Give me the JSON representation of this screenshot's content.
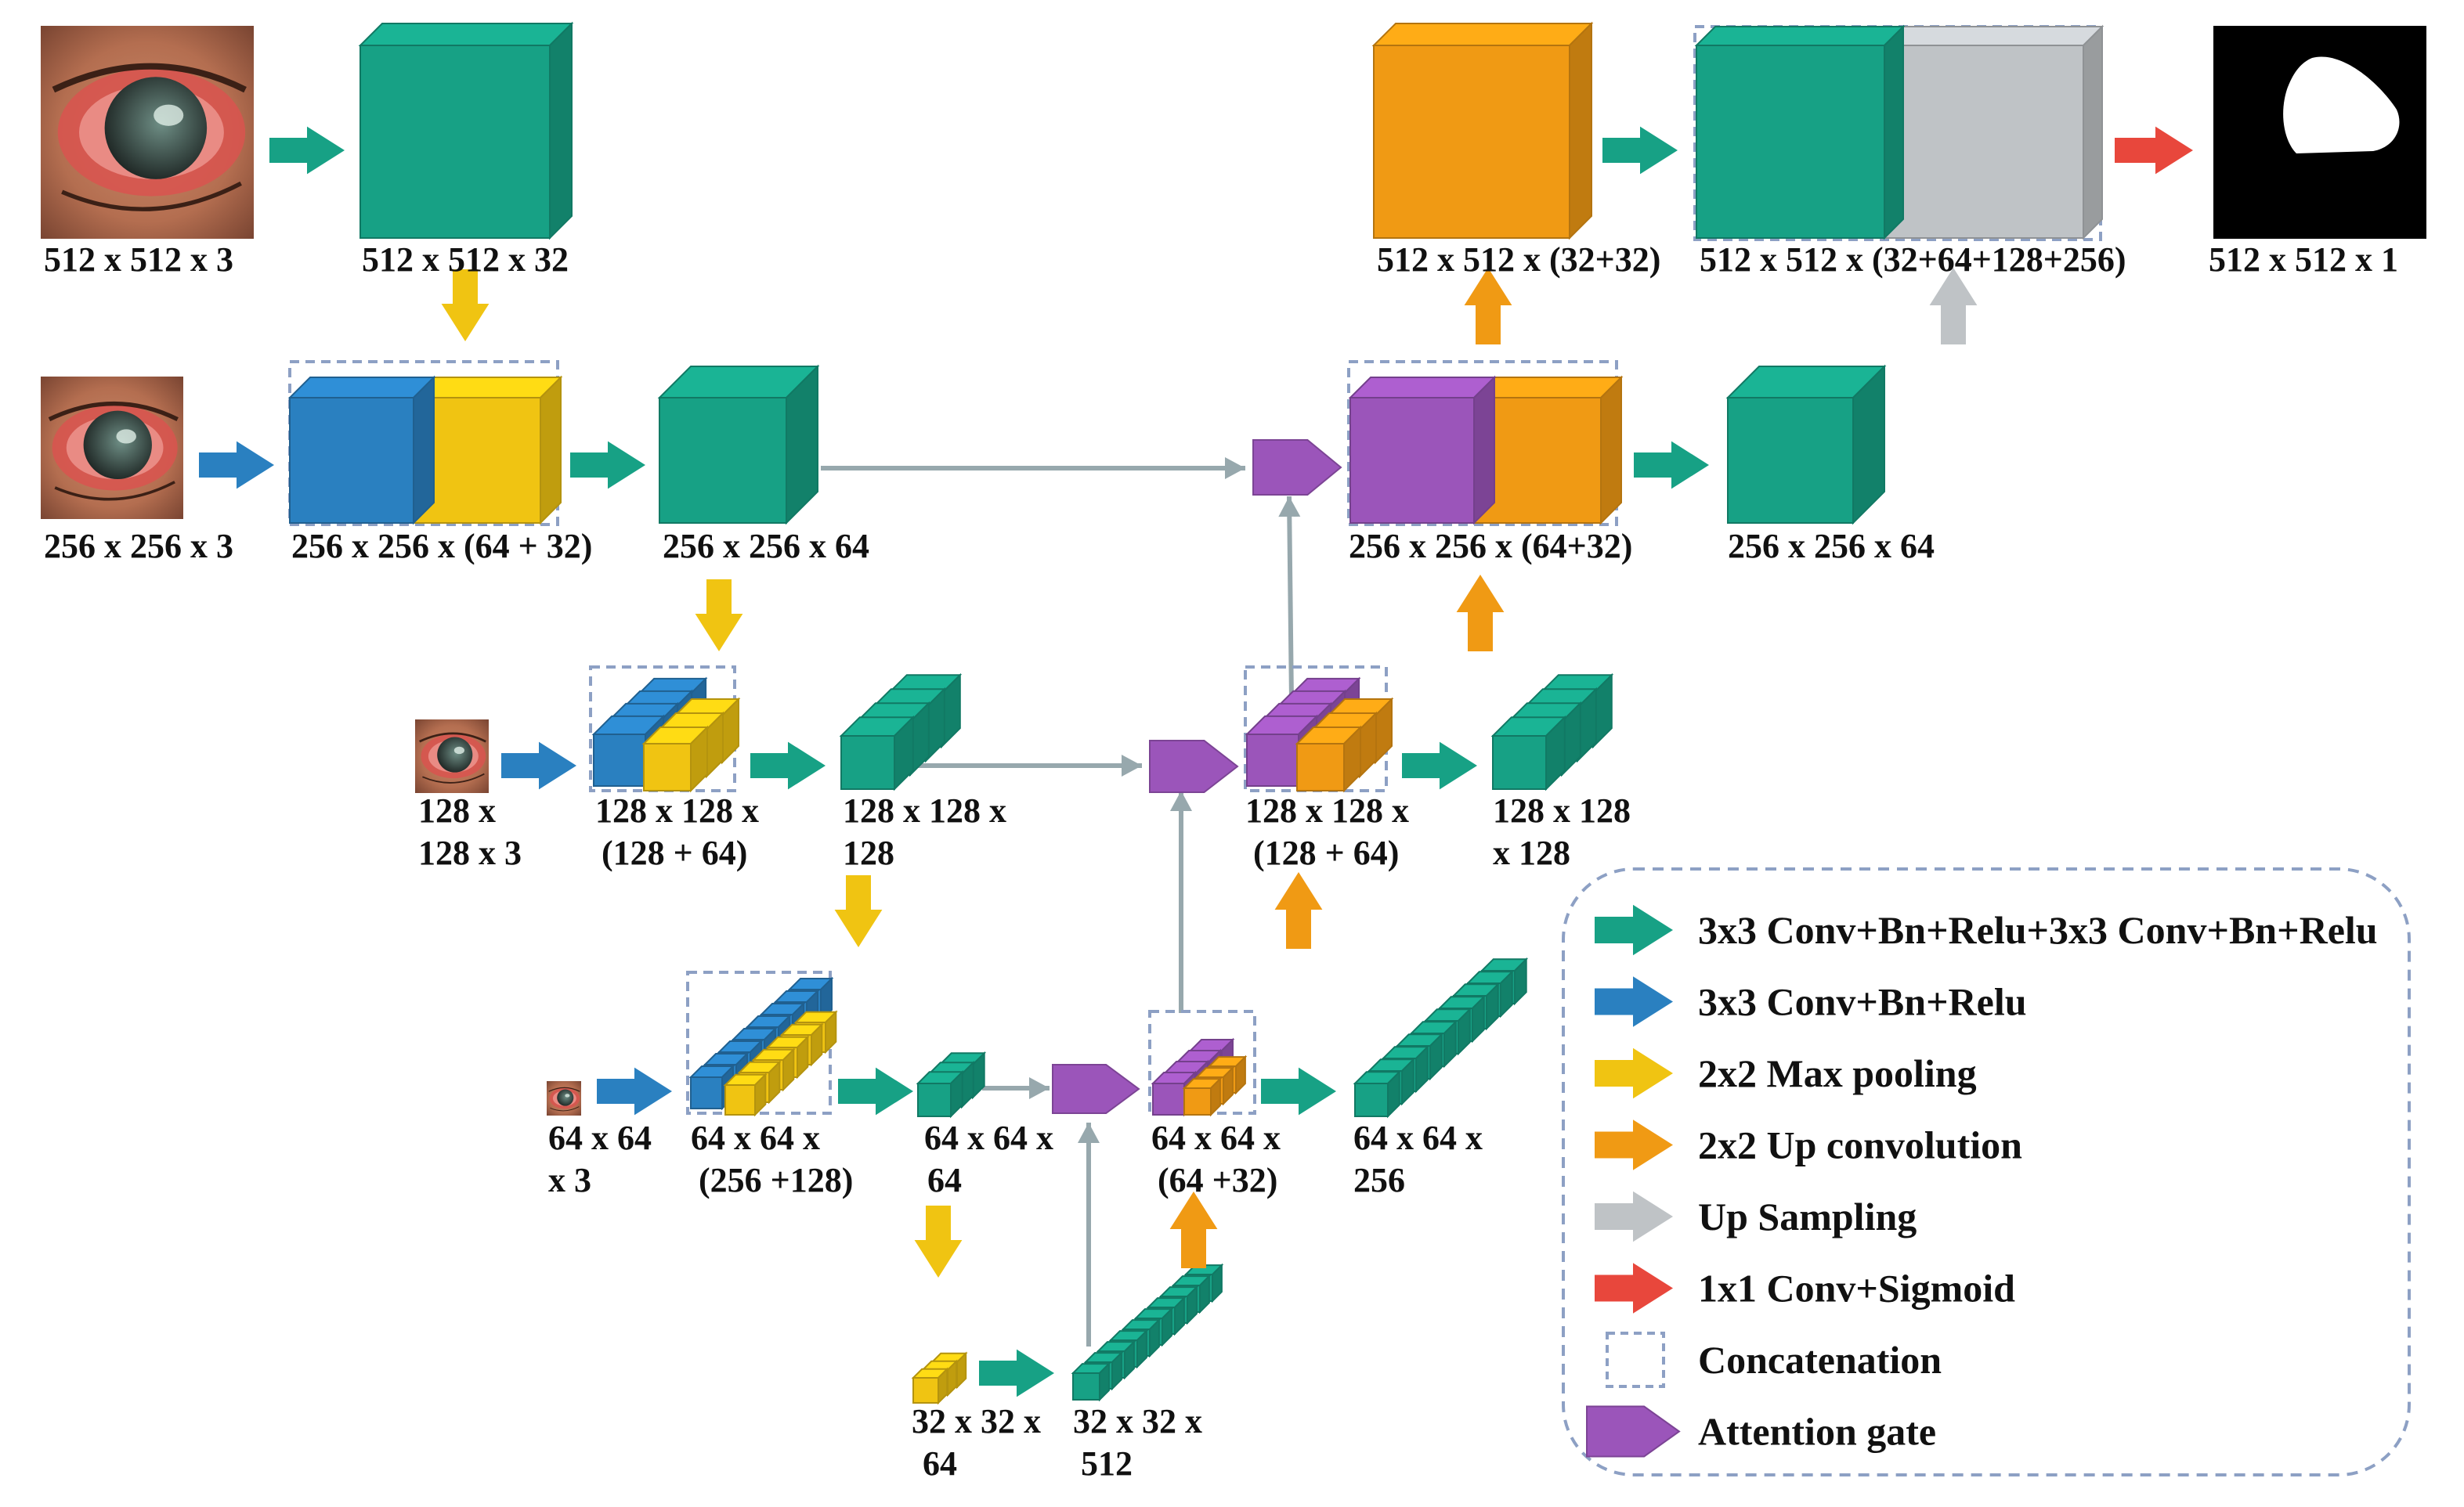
{
  "colors": {
    "teal": "#17a185",
    "blue": "#2a80c0",
    "yellow": "#f0c412",
    "orange": "#f09a14",
    "gray": "#bfc3c6",
    "red": "#e8473c",
    "purple": "#9b55ba",
    "connector": "#97a8ad",
    "concat_border": "#8da0c4"
  },
  "labels": {
    "in512": "512 x 512 x 3",
    "e512": "512 x 512 x 32",
    "in256": "256 x 256 x 3",
    "cat256": "256 x 256 x (64 + 32)",
    "e256": "256 x 256 x 64",
    "in128_l1": "128 x",
    "in128_l2": "128 x 3",
    "cat128_l1": "128 x 128 x",
    "cat128_l2": "(128 + 64)",
    "e128_l1": "128 x 128 x",
    "e128_l2": "128",
    "in64_l1": "64 x 64",
    "in64_l2": "x 3",
    "cat64_l1": "64 x 64 x",
    "cat64_l2": "(256 +128)",
    "e64_l1": "64 x 64 x",
    "e64_l2": "64",
    "b32_l1": "32 x 32 x",
    "b32_l2": "64",
    "b32b_l1": "32 x 32 x",
    "b32b_l2": "512",
    "d64_l1": "64 x 64 x",
    "d64_l2": "(64 +32)",
    "d64o_l1": "64 x 64 x",
    "d64o_l2": "256",
    "d128_l1": "128 x 128 x",
    "d128_l2": "(128 + 64)",
    "d128o_l1": "128 x 128",
    "d128o_l2": "x 128",
    "d256": "256 x 256 x (64+32)",
    "d256o": "256 x 256 x 64",
    "d512": "512 x 512 x (32+32)",
    "d512cat": "512 x 512 x (32+64+128+256)",
    "out": "512 x 512 x 1"
  },
  "legend": [
    {
      "icon": "teal-arrow-icon",
      "text": "3x3 Conv+Bn+Relu+3x3 Conv+Bn+Relu"
    },
    {
      "icon": "blue-arrow-icon",
      "text": "3x3 Conv+Bn+Relu"
    },
    {
      "icon": "yellow-arrow-icon",
      "text": "2x2 Max pooling"
    },
    {
      "icon": "orange-arrow-icon",
      "text": "2x2 Up convolution"
    },
    {
      "icon": "gray-arrow-icon",
      "text": "Up Sampling"
    },
    {
      "icon": "red-arrow-icon",
      "text": "1x1 Conv+Sigmoid"
    },
    {
      "icon": "dashed-box-icon",
      "text": "Concatenation"
    },
    {
      "icon": "pentagon-icon",
      "text": "Attention gate"
    }
  ]
}
